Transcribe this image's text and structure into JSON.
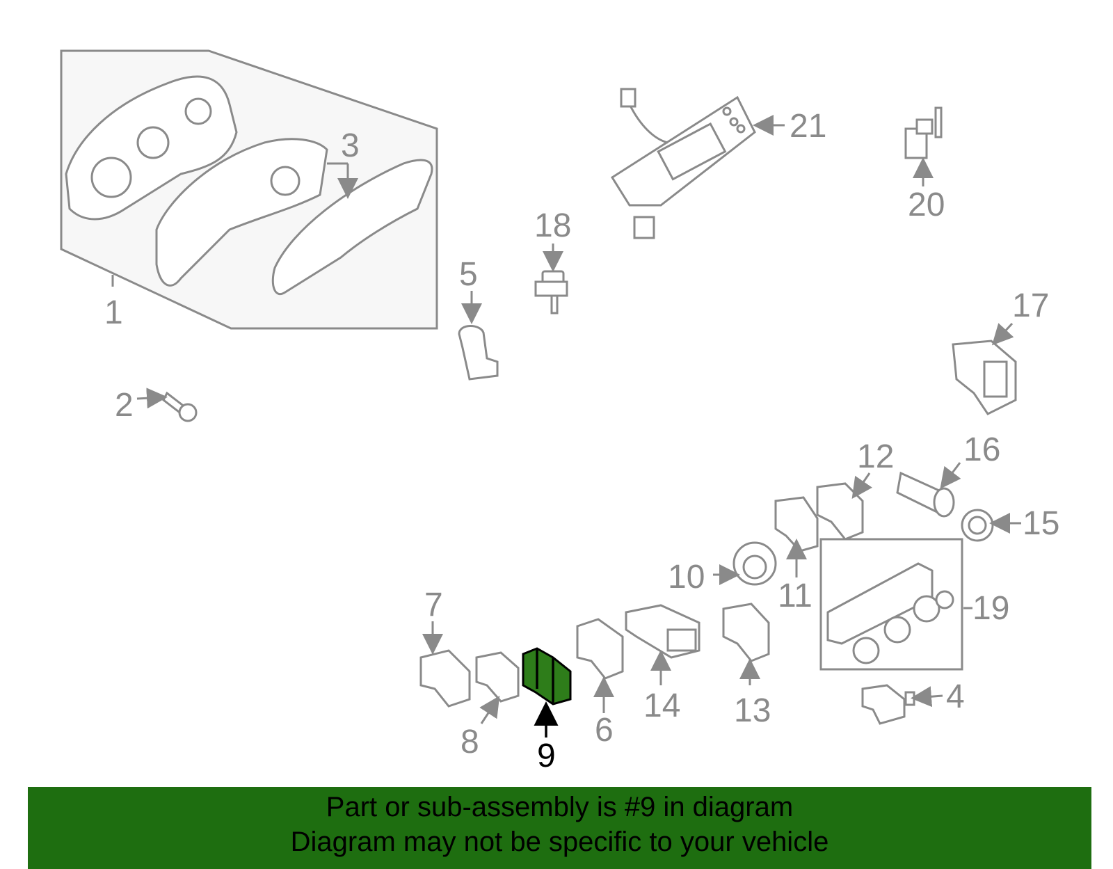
{
  "highlight_color": "#2e7d1a",
  "banner_color": "#1e6e10",
  "callouts": {
    "c1": "1",
    "c2": "2",
    "c3": "3",
    "c4": "4",
    "c5": "5",
    "c6": "6",
    "c7": "7",
    "c8": "8",
    "c9": "9",
    "c10": "10",
    "c11": "11",
    "c12": "12",
    "c13": "13",
    "c14": "14",
    "c15": "15",
    "c16": "16",
    "c17": "17",
    "c18": "18",
    "c19": "19",
    "c20": "20",
    "c21": "21"
  },
  "highlighted_part": "9",
  "banner": {
    "line1": "Part or sub-assembly is #9 in diagram",
    "line2": "Diagram may not be specific to your vehicle"
  }
}
